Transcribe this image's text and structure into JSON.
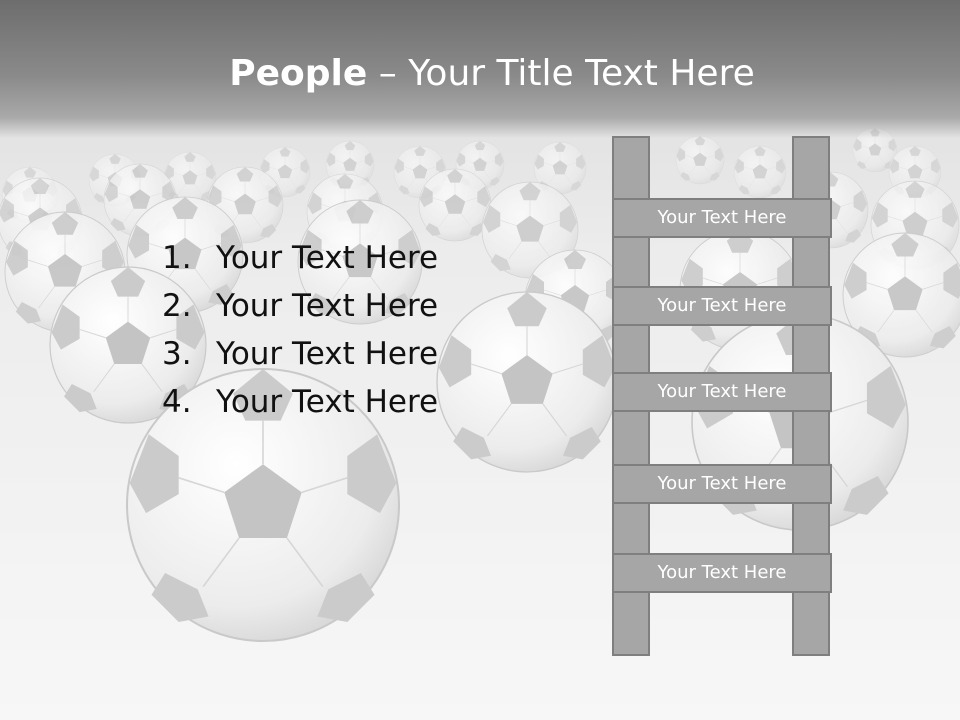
{
  "slide": {
    "title_bold": "People",
    "title_separator": " – ",
    "title_rest": "Your Title Text Here"
  },
  "list": [
    {
      "number": "1.",
      "text": "Your Text Here"
    },
    {
      "number": "2.",
      "text": "Your Text Here"
    },
    {
      "number": "3.",
      "text": "Your Text Here"
    },
    {
      "number": "4.",
      "text": "Your Text Here"
    }
  ],
  "ladder": {
    "rungs": [
      "Your Text Here",
      "Your Text Here",
      "Your Text Here",
      "Your Text Here",
      "Your Text Here"
    ]
  },
  "colors": {
    "title_bar": "#6d6d6d",
    "ladder_fill": "#a6a6a6",
    "ladder_border": "#7f7f7f",
    "text_dark": "#111111",
    "text_light": "#ffffff"
  },
  "icons": [
    "soccer-ball-icon"
  ]
}
